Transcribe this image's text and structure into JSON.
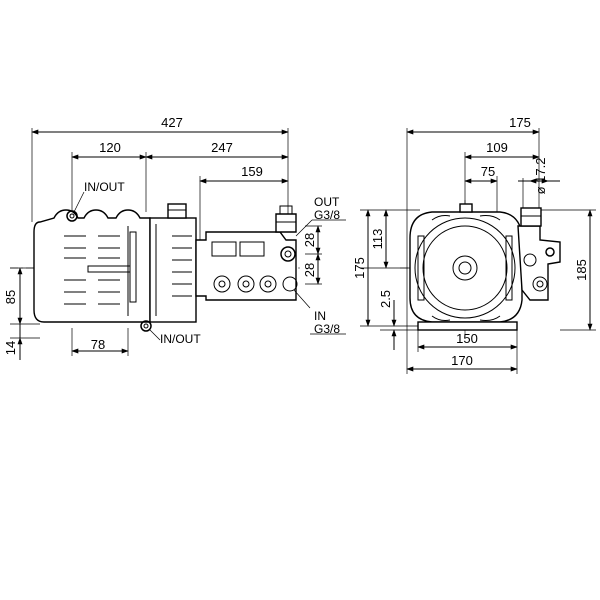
{
  "side_view": {
    "dimensions": {
      "overall_length": "427",
      "motor_port_offset": "120",
      "pump_length": "247",
      "pump_head_length": "159",
      "center_height": "85",
      "foot_height": "14",
      "foot_spacing": "78",
      "port_spacing_a": "28",
      "port_spacing_b": "28"
    },
    "labels": {
      "in_out_top": "IN/OUT",
      "in_out_bottom": "IN/OUT",
      "out": "OUT",
      "out_thread": "G3/8",
      "in": "IN",
      "in_thread": "G3/8"
    }
  },
  "end_view": {
    "dimensions": {
      "overall_width": "175",
      "outlet_offset": "109",
      "inlet_offset": "75",
      "bore_diameter": "ø 17.2",
      "shaft_height": "113",
      "total_height": "175",
      "total_height_right": "185",
      "foot_thickness": "2.5",
      "foot_span_inner": "150",
      "foot_span_outer": "170"
    }
  },
  "colors": {
    "line": "#000000",
    "background": "#ffffff"
  }
}
